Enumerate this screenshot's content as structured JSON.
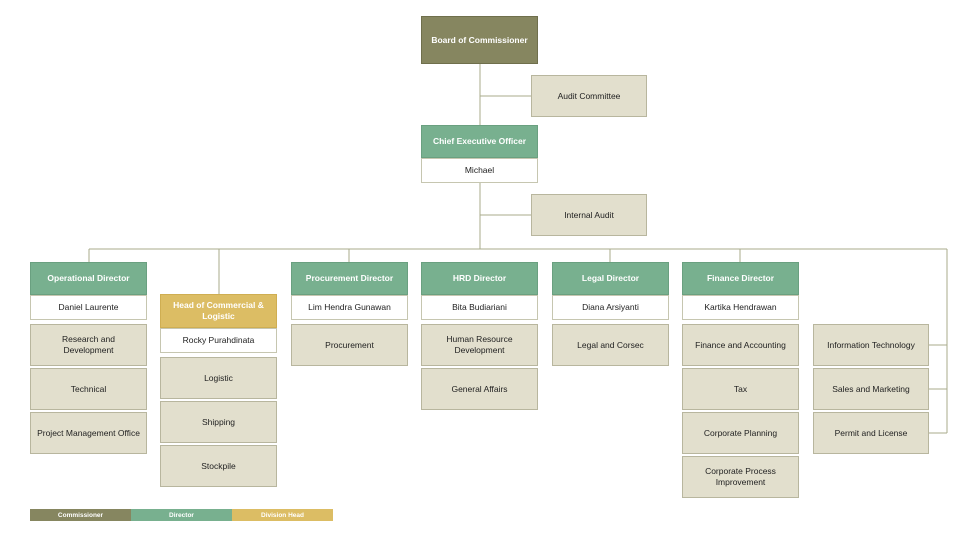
{
  "board": "Board of Commissioner",
  "audit_committee": "Audit Committee",
  "ceo": {
    "title": "Chief Executive Officer",
    "name": "Michael"
  },
  "internal_audit": "Internal Audit",
  "operational": {
    "title": "Operational Director",
    "name": "Daniel Laurente",
    "units": [
      "Research and Development",
      "Technical",
      "Project Management Office"
    ]
  },
  "commercial": {
    "title": "Head of Commercial & Logistic",
    "name": "Rocky Purahdinata",
    "units": [
      "Logistic",
      "Shipping",
      "Stockpile"
    ]
  },
  "procurement": {
    "title": "Procurement Director",
    "name": "Lim Hendra Gunawan",
    "units": [
      "Procurement"
    ]
  },
  "hrd": {
    "title": "HRD Director",
    "name": "Bita Budiariani",
    "units": [
      "Human Resource Development",
      "General Affairs"
    ]
  },
  "legal": {
    "title": "Legal Director",
    "name": "Diana Arsiyanti",
    "units": [
      "Legal and Corsec"
    ]
  },
  "finance": {
    "title": "Finance Director",
    "name": "Kartika Hendrawan",
    "units": [
      "Finance and Accounting",
      "Tax",
      "Corporate Planning",
      "Corporate Process Improvement"
    ]
  },
  "direct_units": [
    "Information Technology",
    "Sales and Marketing",
    "Permit and License"
  ],
  "legend": {
    "commissioner": "Commissioner",
    "director": "Director",
    "division_head": "Division Head"
  },
  "colors": {
    "commissioner": "#868660",
    "director": "#78b08f",
    "division_head": "#dcbd64",
    "unit": "#e2dfcd",
    "connector": "#a9ab8b"
  }
}
